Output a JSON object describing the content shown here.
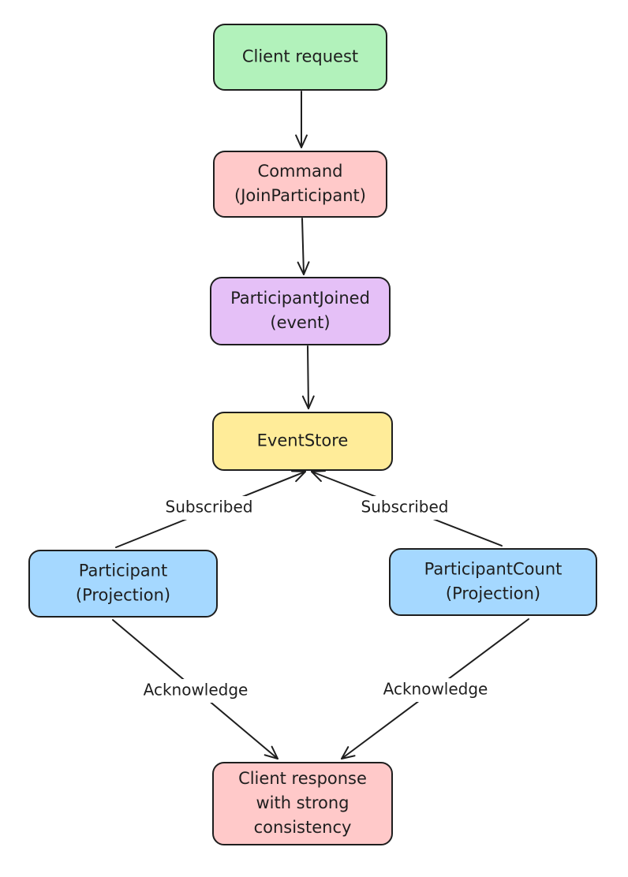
{
  "colors": {
    "green": "#b2f2bb",
    "red": "#ffc9c9",
    "violet": "#e5c0f7",
    "yellow": "#ffec99",
    "blue": "#a5d8ff",
    "stroke": "#1e1e1e"
  },
  "nodes": {
    "client_request": {
      "lines": [
        "Client request"
      ],
      "color": "green"
    },
    "command": {
      "lines": [
        "Command",
        "(JoinParticipant)"
      ],
      "color": "red"
    },
    "participant_joined": {
      "lines": [
        "ParticipantJoined",
        "(event)"
      ],
      "color": "violet"
    },
    "event_store": {
      "lines": [
        "EventStore"
      ],
      "color": "yellow"
    },
    "participant": {
      "lines": [
        "Participant",
        "(Projection)"
      ],
      "color": "blue"
    },
    "participant_count": {
      "lines": [
        "ParticipantCount",
        "(Projection)"
      ],
      "color": "blue"
    },
    "client_response": {
      "lines": [
        "Client response",
        "with strong",
        "consistency"
      ],
      "color": "red"
    }
  },
  "edges": [
    {
      "from": "client_request",
      "to": "command",
      "label": ""
    },
    {
      "from": "command",
      "to": "participant_joined",
      "label": ""
    },
    {
      "from": "participant_joined",
      "to": "event_store",
      "label": ""
    },
    {
      "from": "participant",
      "to": "event_store",
      "label": "Subscribed"
    },
    {
      "from": "participant_count",
      "to": "event_store",
      "label": "Subscribed"
    },
    {
      "from": "participant",
      "to": "client_response",
      "label": "Acknowledge"
    },
    {
      "from": "participant_count",
      "to": "client_response",
      "label": "Acknowledge"
    }
  ]
}
